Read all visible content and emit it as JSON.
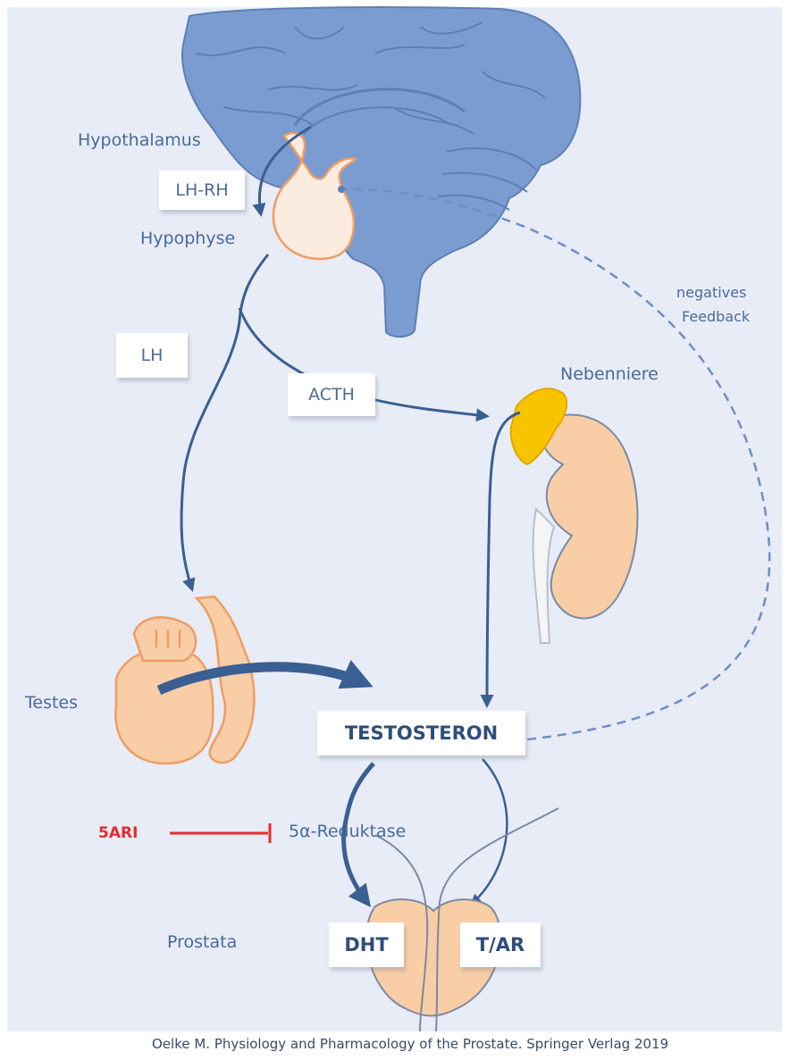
{
  "labels": {
    "hypothalamus": "Hypothalamus",
    "lh_rh": "LH-RH",
    "hypophyse": "Hypophyse",
    "negatives": "negatives",
    "feedback": "Feedback",
    "lh": "LH",
    "acth": "ACTH",
    "nebenniere": "Nebenniere",
    "testes": "Testes",
    "testosteron": "TESTOSTERON",
    "ari": "5ARI",
    "reduktase": "5α-Reduktase",
    "prostata": "Prostata",
    "dht": "DHT",
    "t_ar": "T/AR"
  },
  "citation": "Oelke M. Physiology and Pharmacology of the Prostate. Springer Verlag 2019",
  "colors": {
    "background": "#e7ecf6",
    "brain": "#7b9cd0",
    "brain_outline": "#5e7fb6",
    "arrow": "#3a5f92",
    "organ_fill": "#f9cda6",
    "organ_outline": "#ee9d63",
    "adrenal": "#f8c400",
    "inhibitor": "#e52b2b",
    "label": "#4a6a9a"
  }
}
